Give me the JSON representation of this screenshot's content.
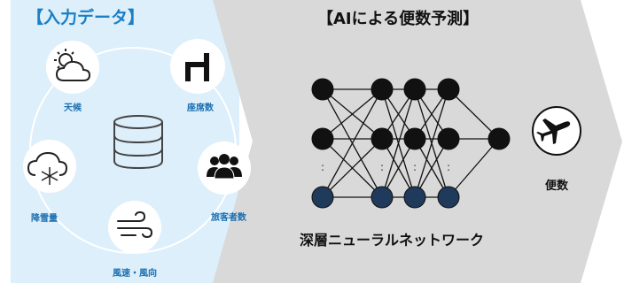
{
  "input_panel": {
    "title": "【入力データ】",
    "items": [
      {
        "label": "天候",
        "icon": "weather-sun-cloud-icon"
      },
      {
        "label": "座席数",
        "icon": "chair-icon"
      },
      {
        "label": "旅客者数",
        "icon": "people-icon"
      },
      {
        "label": "風速・風向",
        "icon": "wind-icon"
      },
      {
        "label": "降雪量",
        "icon": "snow-cloud-icon"
      }
    ],
    "center_icon": "database-icon"
  },
  "ai_panel": {
    "title": "【AIによる便数予測】",
    "network_label": "深層ニューラルネットワーク",
    "ellipsis": ":"
  },
  "output": {
    "label": "便数",
    "icon": "airplane-icon"
  },
  "colors": {
    "input_bg": "#ddeffb",
    "arrow_bg": "#d9d9d9",
    "title_blue": "#1b7fc4",
    "label_blue": "#1b6fb0",
    "node_black": "#111111",
    "node_navy": "#1f3a5a"
  }
}
